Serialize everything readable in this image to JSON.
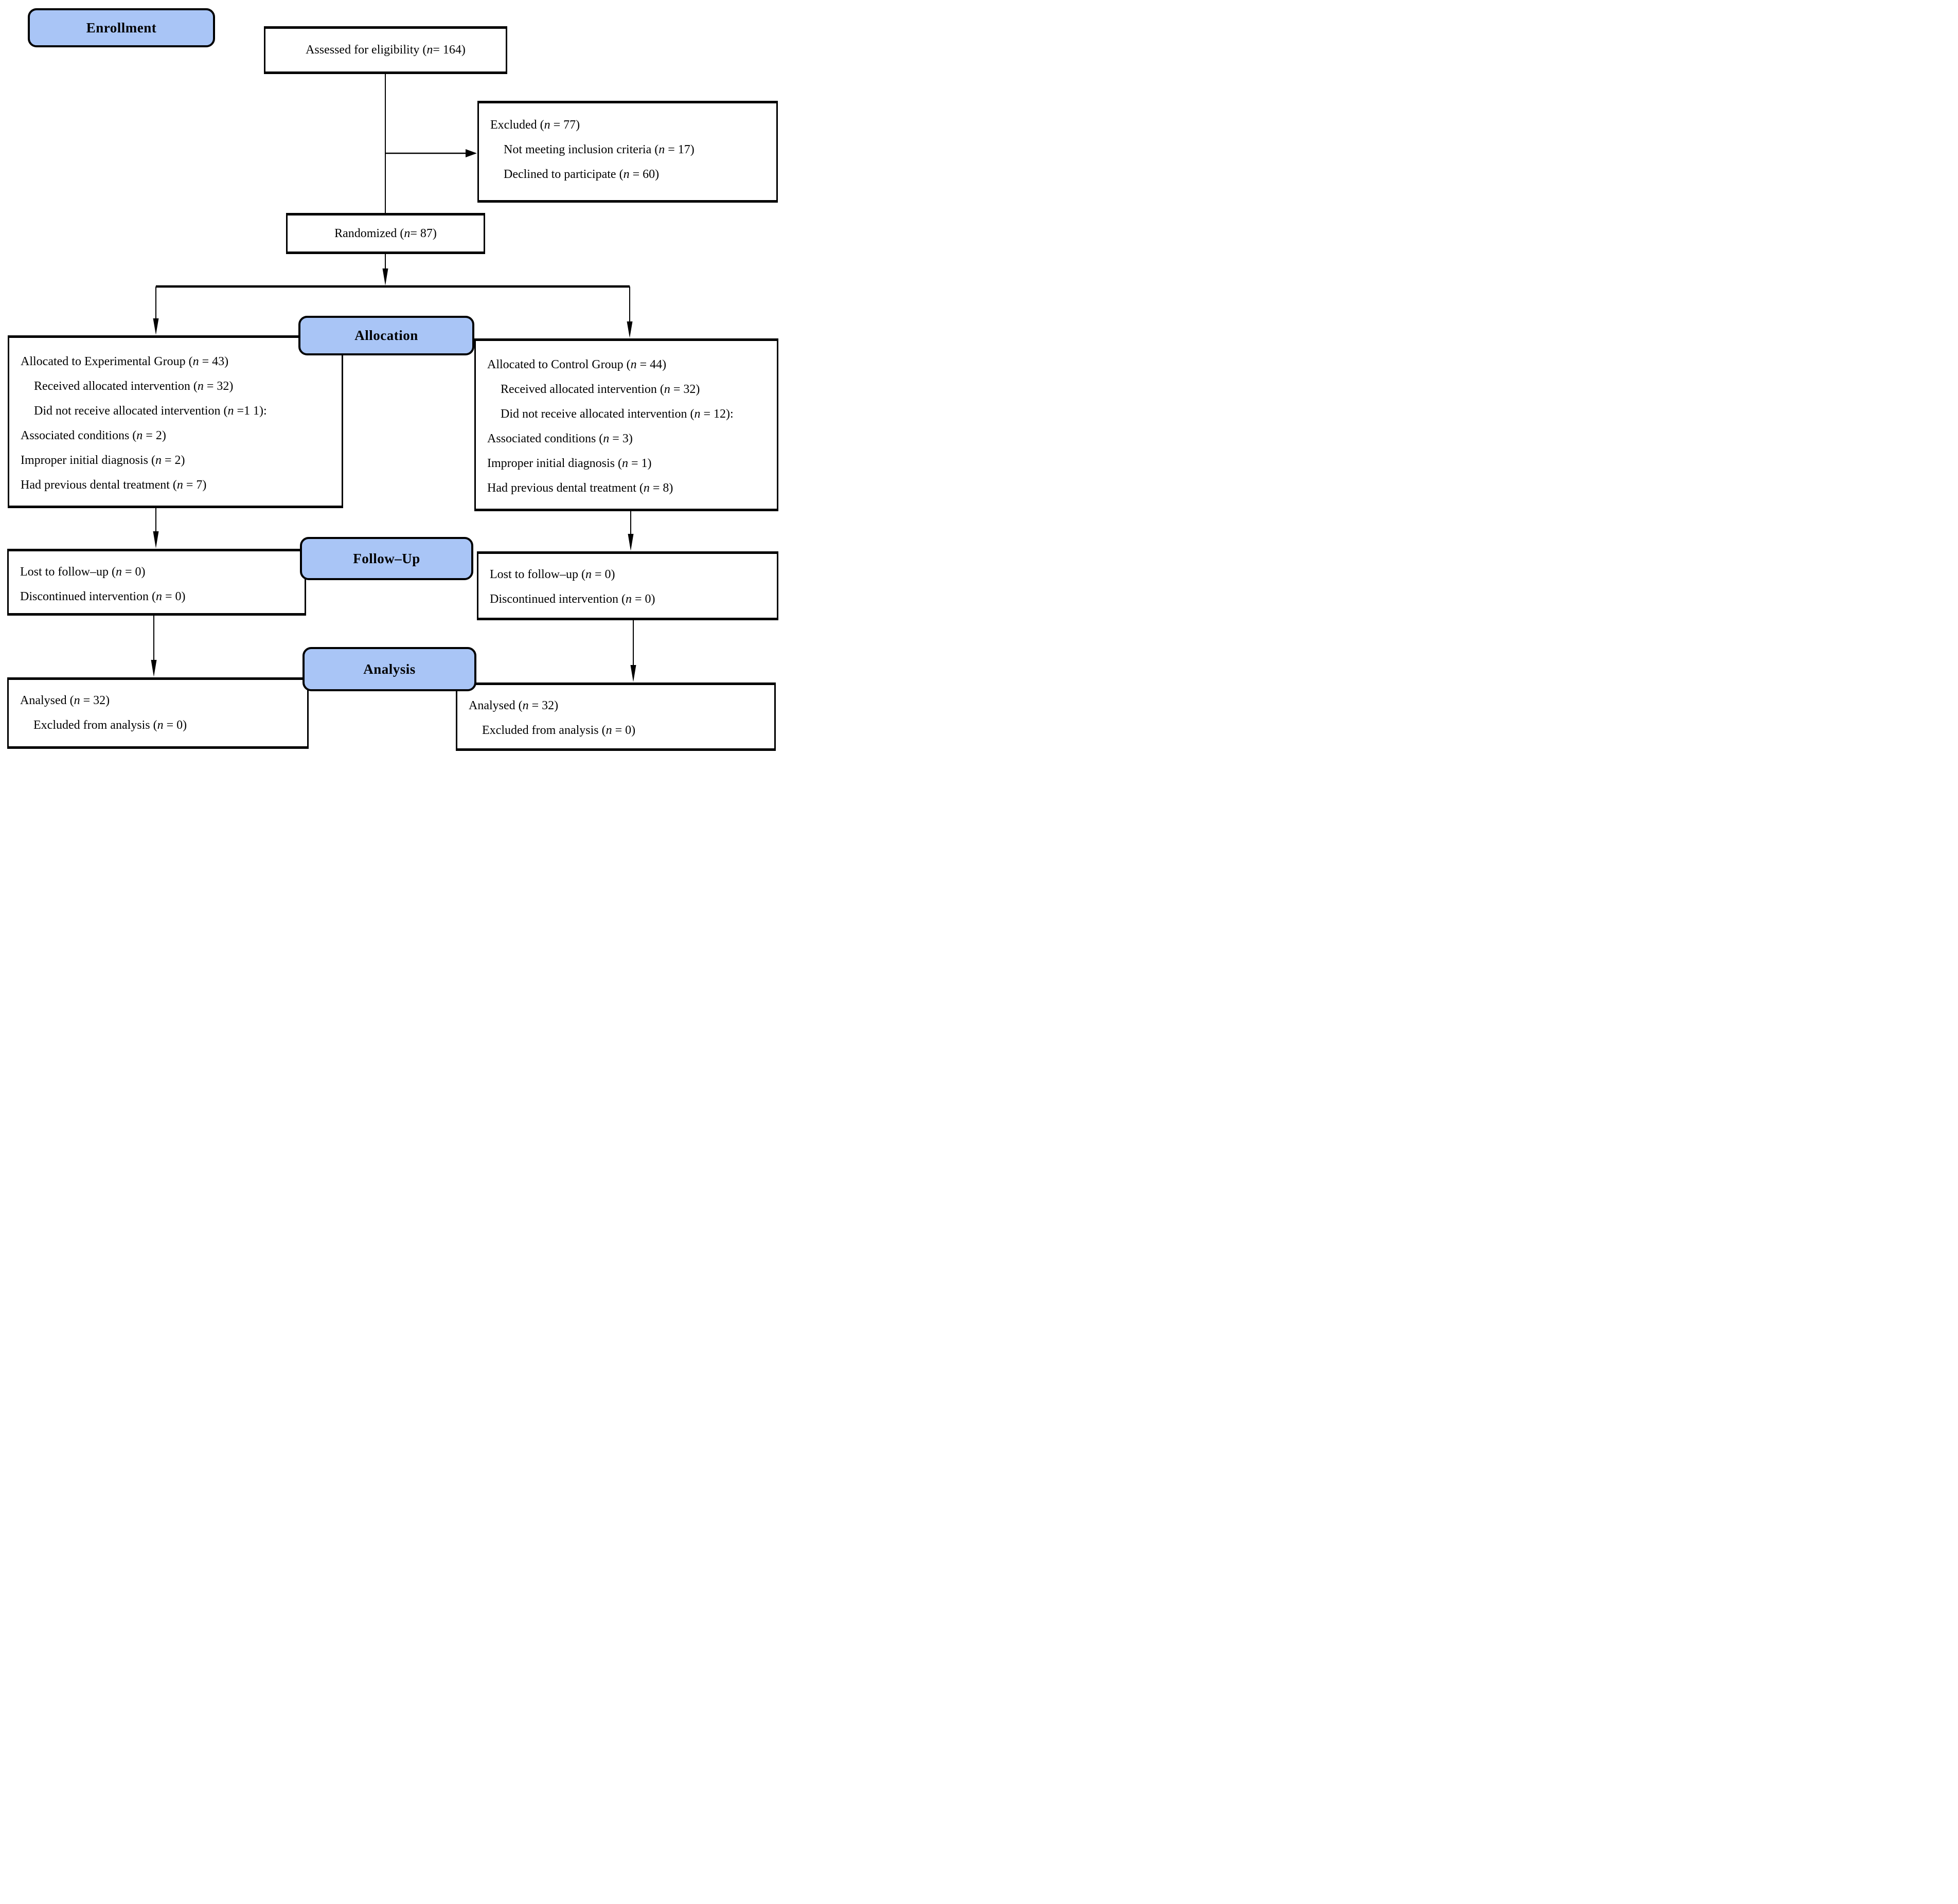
{
  "diagram": {
    "title_hint": "CONSORT participant flow diagram",
    "colors": {
      "stage_fill": "#a9c5f6",
      "border": "#000000",
      "background": "#ffffff"
    },
    "stages": {
      "enrollment": {
        "label": "Enrollment"
      },
      "allocation": {
        "label": "Allocation"
      },
      "followup": {
        "label": "Follow–Up"
      },
      "analysis": {
        "label": "Analysis"
      }
    },
    "boxes": {
      "assessed": {
        "text": "Assessed for eligibility (n = 164)"
      },
      "excluded": {
        "lines": [
          "Excluded (n = 77)",
          "Not meeting inclusion criteria (n = 17)",
          "Declined to participate (n = 60)"
        ]
      },
      "randomized": {
        "text": "Randomized (n = 87)"
      },
      "alloc_experimental": {
        "lines": [
          "Allocated to Experimental Group (n = 43)",
          "Received allocated intervention (n = 32)",
          "Did not receive allocated intervention (n =1 1):",
          "Associated conditions (n = 2)",
          "Improper initial diagnosis (n = 2)",
          "Had previous dental treatment (n = 7)"
        ]
      },
      "alloc_control": {
        "lines": [
          "Allocated to Control Group (n = 44)",
          "Received allocated intervention (n = 32)",
          "Did not receive allocated intervention (n = 12):",
          "Associated conditions (n = 3)",
          "Improper initial diagnosis (n = 1)",
          "Had previous dental treatment (n = 8)"
        ]
      },
      "followup_experimental": {
        "lines": [
          "Lost to follow–up (n = 0)",
          "Discontinued intervention (n = 0)"
        ]
      },
      "followup_control": {
        "lines": [
          "Lost to follow–up (n = 0)",
          "Discontinued intervention (n = 0)"
        ]
      },
      "analysis_experimental": {
        "lines": [
          "Analysed (n = 32)",
          "Excluded from analysis (n = 0)"
        ]
      },
      "analysis_control": {
        "lines": [
          "Analysed (n = 32)",
          "Excluded from analysis (n = 0)"
        ]
      }
    }
  }
}
